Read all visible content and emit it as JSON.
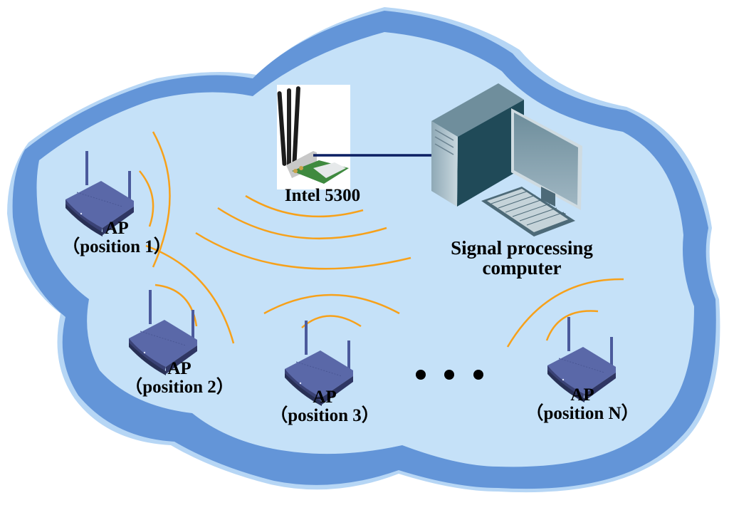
{
  "diagram": {
    "title": "WiFi CSI localization setup",
    "colors": {
      "cloud_fill": "#c5e1f8",
      "cloud_border": "#6395d8",
      "cloud_halo": "#b6d6f5",
      "signal_arc": "#f7a11a",
      "router_top": "#5a68a8",
      "router_side": "#3a4275",
      "link_line": "#0c1f63",
      "pc_dark": "#204a58",
      "pc_light": "#6f8e9c"
    },
    "receiver": {
      "name": "Intel 5300",
      "icon": "wifi-nic-card-icon"
    },
    "computer": {
      "line1": "Signal processing",
      "line2": "computer",
      "icon": "desktop-computer-icon"
    },
    "access_points": [
      {
        "line1": "AP",
        "line2": "（position 1）",
        "icon": "wireless-router-icon"
      },
      {
        "line1": "AP",
        "line2": "（position 2）",
        "icon": "wireless-router-icon"
      },
      {
        "line1": "AP",
        "line2": "（position 3）",
        "icon": "wireless-router-icon"
      },
      {
        "line1": "AP",
        "line2": "（position N）",
        "icon": "wireless-router-icon"
      }
    ],
    "ellipsis": "• • •",
    "connection": "wired link between Intel 5300 and computer"
  }
}
